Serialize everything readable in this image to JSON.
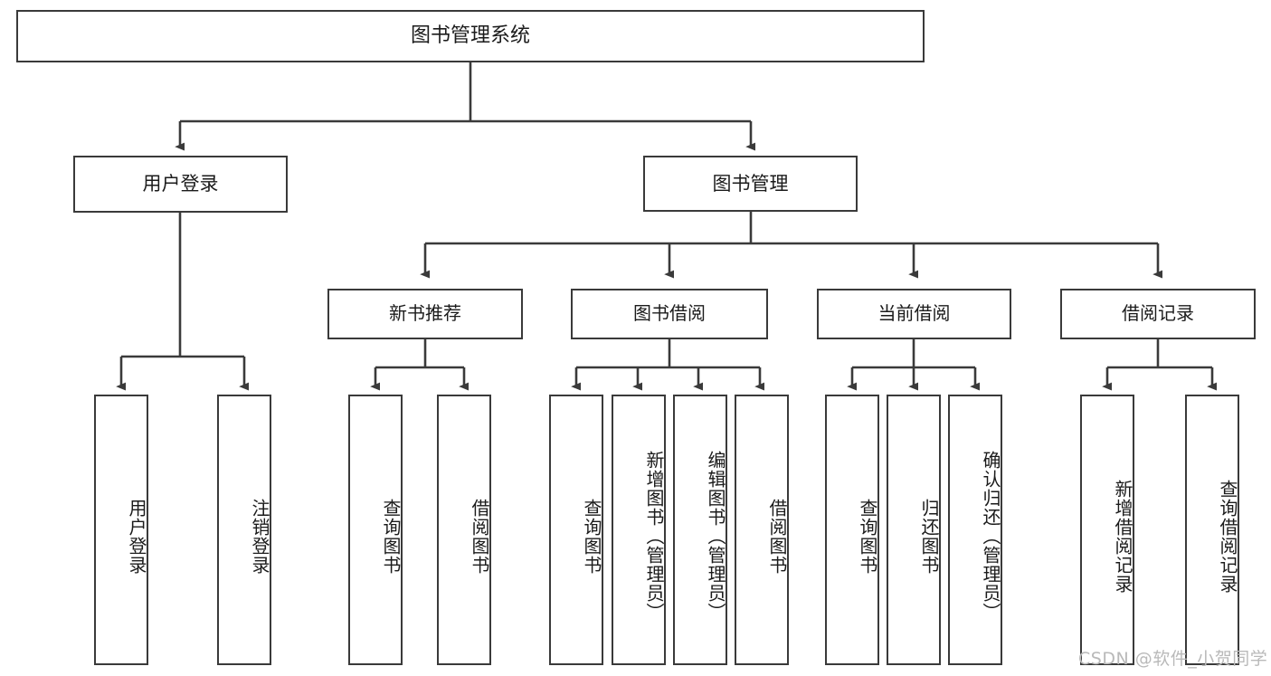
{
  "diagram": {
    "title": "图书管理系统",
    "root": {
      "label": "图书管理系统"
    },
    "level1": [
      {
        "label": "用户登录"
      },
      {
        "label": "图书管理"
      }
    ],
    "level2": [
      {
        "label": "新书推荐"
      },
      {
        "label": "图书借阅"
      },
      {
        "label": "当前借阅"
      },
      {
        "label": "借阅记录"
      }
    ],
    "leaves": {
      "user_login": [
        {
          "label": "用户登录"
        },
        {
          "label": "注销登录"
        }
      ],
      "new_book_recommend": [
        {
          "label": "查询图书"
        },
        {
          "label": "借阅图书"
        }
      ],
      "book_borrow": [
        {
          "label": "查询图书"
        },
        {
          "label": "新增图书（管理员）"
        },
        {
          "label": "编辑图书（管理员）"
        },
        {
          "label": "借阅图书"
        }
      ],
      "current_borrow": [
        {
          "label": "查询图书"
        },
        {
          "label": "归还图书"
        },
        {
          "label": "确认归还（管理员）"
        }
      ],
      "borrow_record": [
        {
          "label": "新增借阅记录"
        },
        {
          "label": "查询借阅记录"
        }
      ]
    }
  },
  "watermark": {
    "text": "CSDN @软件_小贺同学"
  },
  "colors": {
    "stroke": "#3a3a3a",
    "fill": "#ffffff",
    "text": "#1b1b1b",
    "watermark": "#b9b9b9"
  }
}
